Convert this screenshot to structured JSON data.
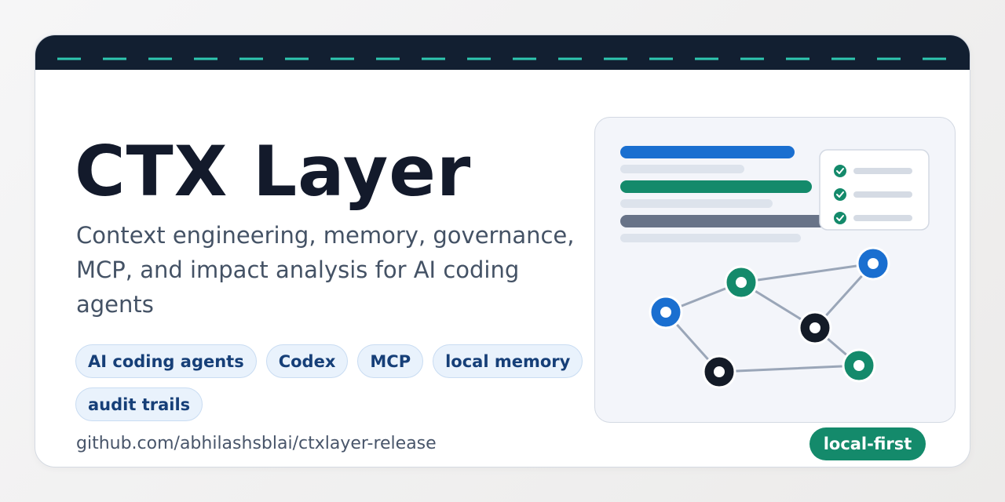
{
  "header": {
    "title": "CTX Layer",
    "subtitle": "Context engineering, memory, governance, MCP, and impact analysis for AI coding agents"
  },
  "tags": [
    "AI coding agents",
    "Codex",
    "MCP",
    "local memory",
    "audit trails"
  ],
  "footer": {
    "repo_url": "github.com/abhilashsblai/ctxlayer-release",
    "badge": "local-first"
  },
  "illustration": {
    "document_lines": [
      "blue",
      "gray",
      "green",
      "gray",
      "slate",
      "gray"
    ],
    "checklist_items": 3,
    "graph_nodes": [
      "blue",
      "green",
      "blue",
      "dark",
      "dark",
      "green"
    ]
  },
  "colors": {
    "accent_blue": "#1a6fd0",
    "accent_green": "#148a6b",
    "dark": "#121f31",
    "dash_teal": "#2fc7b0"
  }
}
